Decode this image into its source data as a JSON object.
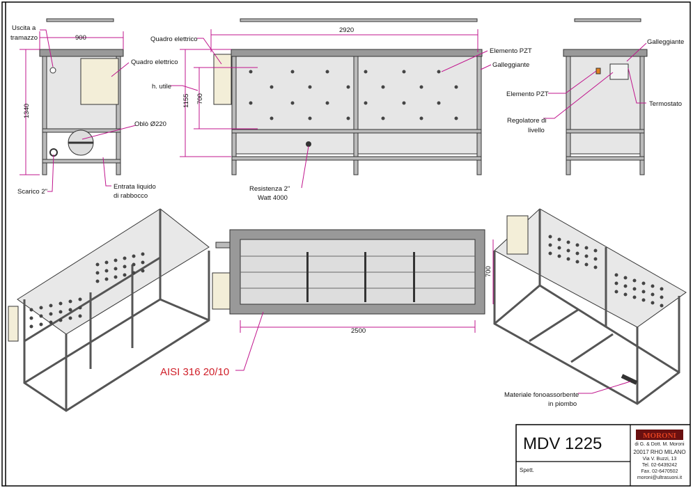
{
  "front_view": {
    "labels": {
      "outlet": "Uscita a",
      "outlet2": "tramazzo",
      "width": "900",
      "height": "1340",
      "panel": "Quadro elettrico",
      "porthole": "Oblò Ø220",
      "drain": "Scarico 2\"",
      "inlet": "Entrata liquido",
      "inlet2": "di rabbocco"
    }
  },
  "side_view": {
    "labels": {
      "panel": "Quadro elettrico",
      "useful_height": "h. utile",
      "h1155": "1155",
      "h700": "700",
      "length": "2920",
      "pzt": "Elemento PZT",
      "float": "Galleggiante",
      "heater": "Resistenza 2\"",
      "heater2": "Watt 4000"
    }
  },
  "rear_view": {
    "labels": {
      "float": "Galleggiante",
      "pzt": "Elemento PZT",
      "thermostat": "Termostato",
      "level": "Regolatore di",
      "level2": "livello"
    }
  },
  "top_view": {
    "labels": {
      "length": "2500",
      "width": "700"
    }
  },
  "material": "AISI 316 20/10",
  "sound_material": {
    "line1": "Materiale fonoassorbente",
    "line2": "in piombo"
  },
  "title_block": {
    "model": "MDV 1225",
    "spett": "Spett.",
    "company_logo": "MORONI",
    "company_sub": "di G. & Dott. M. Moroni",
    "city": "20017 RHO MILANO",
    "address": "Via V. Buzzi, 13",
    "tel": "Tel. 02-6439242",
    "fax": "Fax. 02-6470502",
    "email": "moroni@ultrasuoni.it"
  },
  "colors": {
    "annotation": "#c0148c",
    "material": "#d0202a"
  }
}
